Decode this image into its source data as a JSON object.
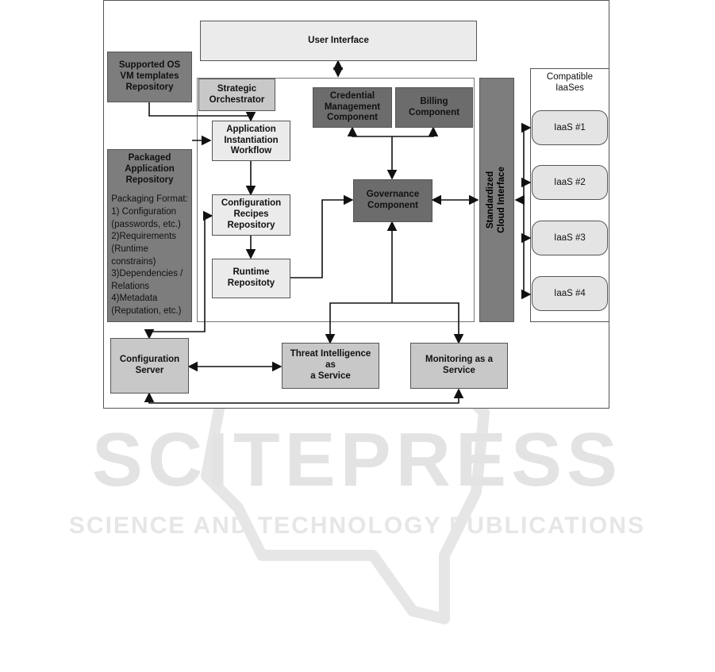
{
  "boxes": {
    "user_interface": "User Interface",
    "supported_os_line1": "Supported OS",
    "supported_os_line2": "VM templates",
    "supported_os_line3": "Repository",
    "strategic_orchestrator_line1": "Strategic",
    "strategic_orchestrator_line2": "Orchestrator",
    "credential_mgmt_line1": "Credential",
    "credential_mgmt_line2": "Management",
    "credential_mgmt_line3": "Component",
    "billing_line1": "Billing",
    "billing_line2": "Component",
    "app_instantiation_line1": "Application",
    "app_instantiation_line2": "Instantiation",
    "app_instantiation_line3": "Workflow",
    "packaged_app_line1": "Packaged",
    "packaged_app_line2": "Application",
    "packaged_app_line3": "Repository",
    "packaging_format": [
      "Packaging Format:",
      "1) Configuration",
      "(passwords, etc.)",
      "2)Requirements",
      "(Runtime",
      "constrains)",
      "3)Dependencies /",
      "Relations",
      "4)Metadata",
      "(Reputation, etc.)"
    ],
    "config_recipes_line1": "Configuration",
    "config_recipes_line2": "Recipes",
    "config_recipes_line3": "Repository",
    "governance_line1": "Governance",
    "governance_line2": "Component",
    "runtime_repo_line1": "Runtime",
    "runtime_repo_line2": "Repositoty",
    "standardized_cloud_line1": "Standardized",
    "standardized_cloud_line2": "Cloud Interface",
    "compatible_iaases_line1": "Compatible",
    "compatible_iaases_line2": "IaaSes",
    "iaas": [
      "IaaS #1",
      "IaaS #2",
      "IaaS #3",
      "IaaS #4"
    ],
    "config_server_line1": "Configuration",
    "config_server_line2": "Server",
    "threat_intel_line1": "Threat Intelligence as",
    "threat_intel_line2": "a Service",
    "monitoring_line1": "Monitoring as a",
    "monitoring_line2": "Service"
  },
  "watermark": {
    "line1": "SCITEPRESS",
    "line2": "SCIENCE AND TECHNOLOGY PUBLICATIONS"
  }
}
